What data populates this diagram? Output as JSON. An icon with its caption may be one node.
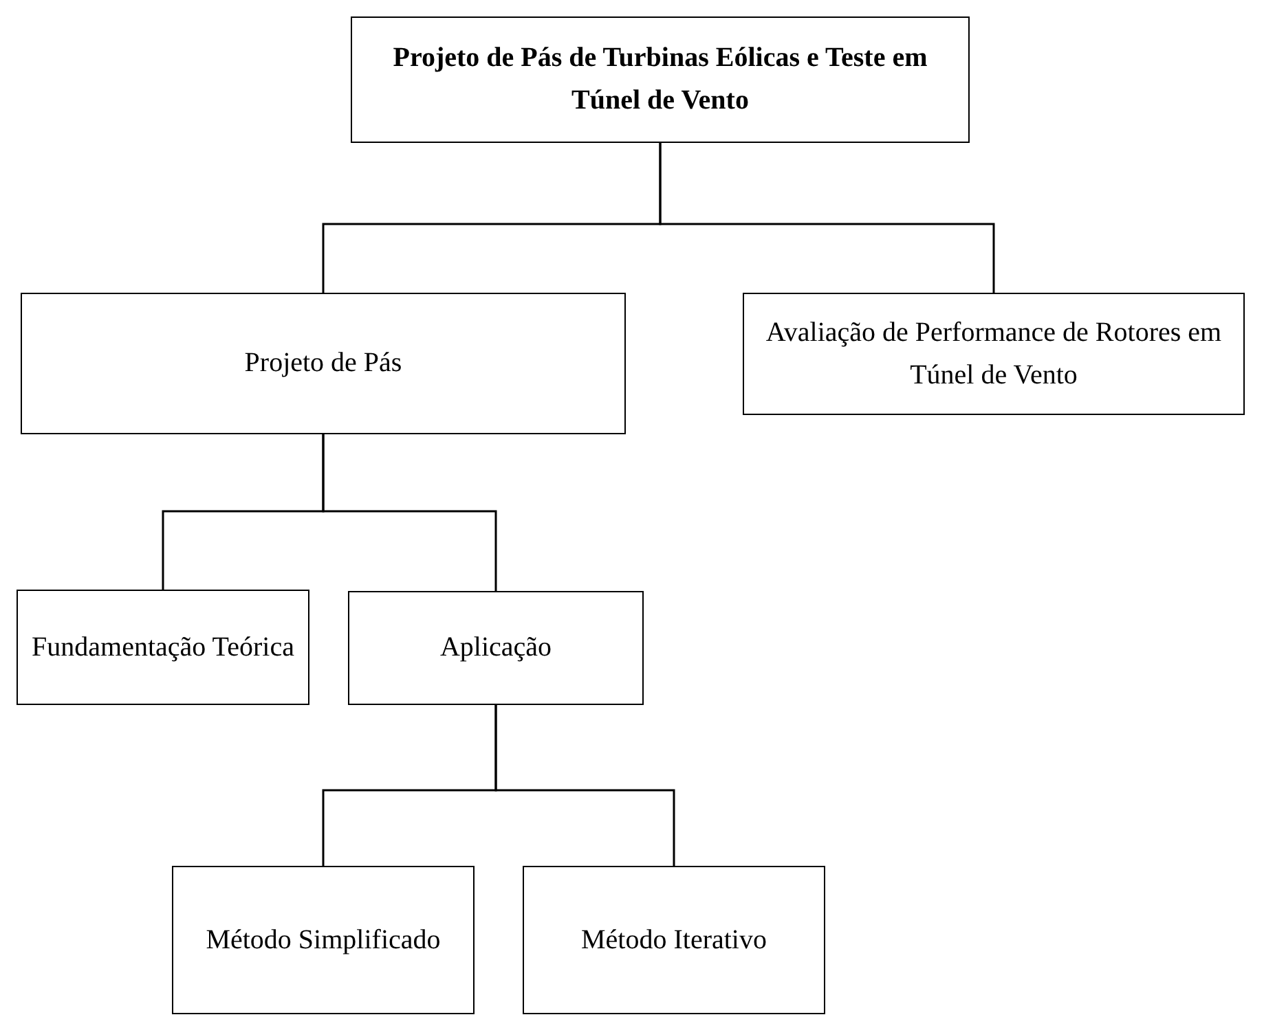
{
  "diagram": {
    "nodes": [
      {
        "text": [
          "Projeto de Pás de Turbinas Eólicas e Teste em Túnel de Vento"
        ]
      },
      {
        "text": [
          "Projeto de Pás"
        ]
      },
      {
        "text": [
          "Avaliação de Performance de Rotores em Túnel de Vento"
        ]
      },
      {
        "text": [
          "Fundamentação Teórica"
        ]
      },
      {
        "text": [
          "Aplicação"
        ]
      },
      {
        "text": [
          "Método Simplificado"
        ]
      },
      {
        "text": [
          "Método Iterativo"
        ]
      }
    ],
    "edges": [
      {
        "from": 0,
        "to": 1,
        "arrow": "none"
      },
      {
        "from": 0,
        "to": 2,
        "arrow": "none"
      },
      {
        "from": 1,
        "to": 3,
        "arrow": "none"
      },
      {
        "from": 1,
        "to": 4,
        "arrow": "none"
      },
      {
        "from": 4,
        "to": 5,
        "arrow": "none"
      },
      {
        "from": 4,
        "to": 6,
        "arrow": "none"
      }
    ]
  }
}
